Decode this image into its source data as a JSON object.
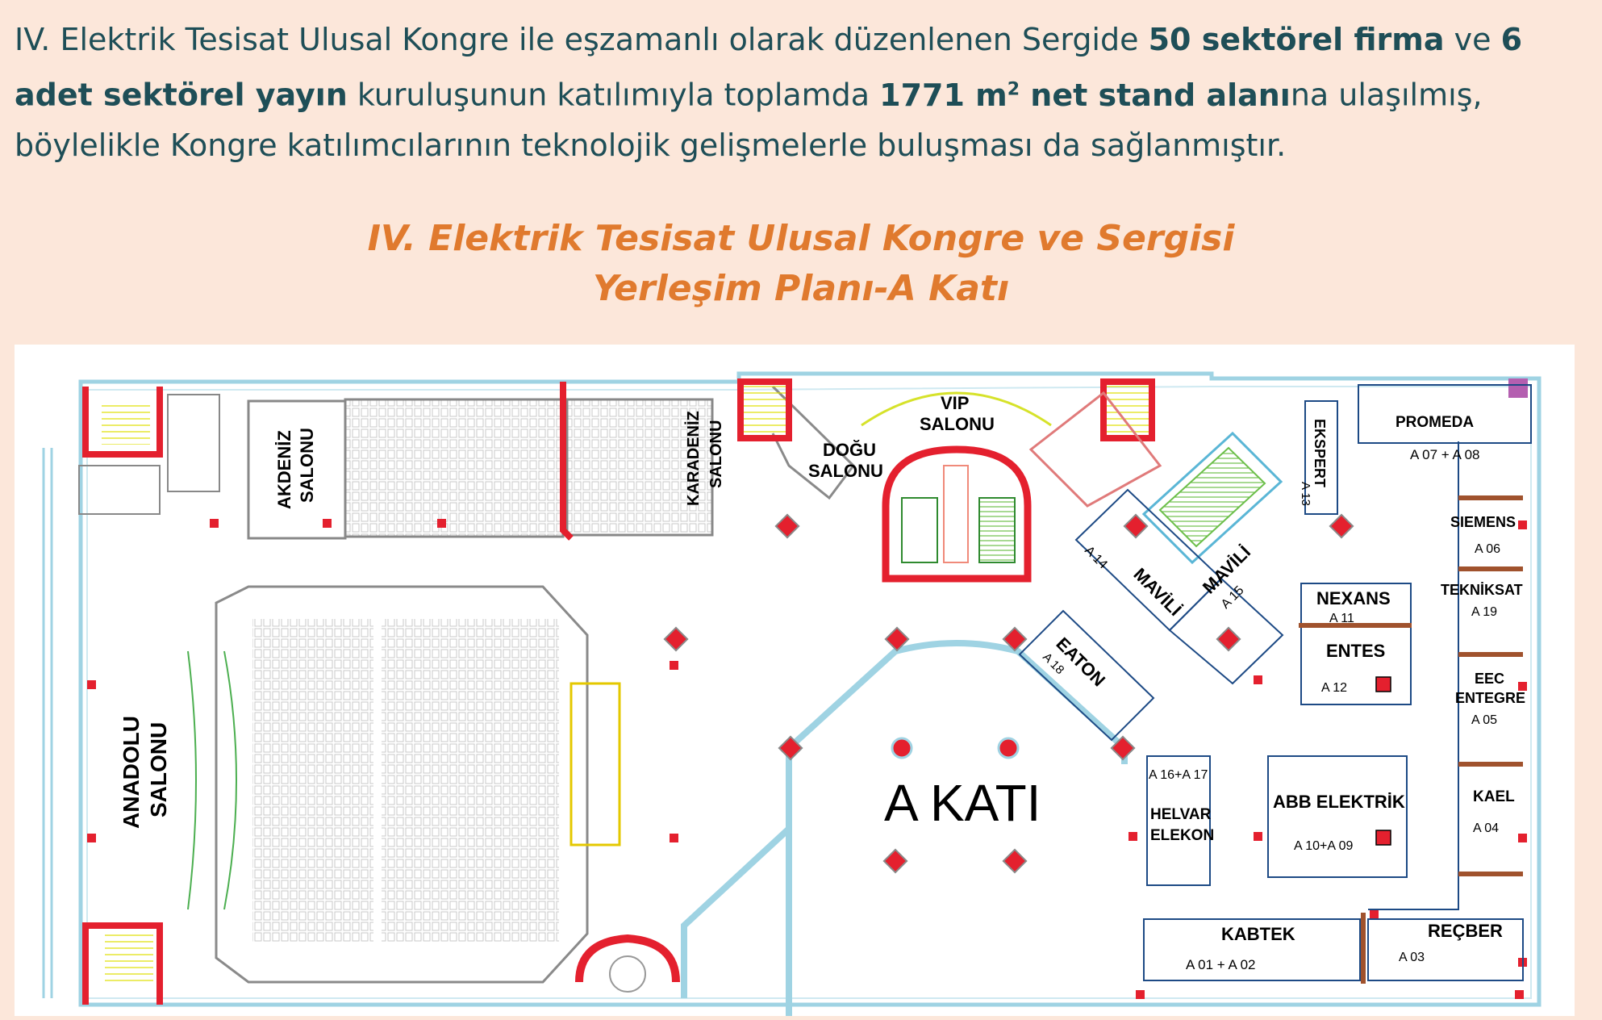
{
  "intro": {
    "t1": "IV. Elektrik Tesisat Ulusal Kongre ile eşzamanlı olarak düzenlenen Sergide ",
    "b1": "50 sektörel firma",
    "t2": " ve ",
    "b2": "6 adet sektörel yayın",
    "t3": " kuruluşunun katılımıyla  toplamda ",
    "b3a": "1771 m",
    "b3sup": "2",
    "b3b": " net stand alanı",
    "t4": "na ulaşılmış, böylelikle Kongre katılımcılarının teknolojik gelişmelerle buluşması da sağlanmıştır."
  },
  "plan": {
    "title_line1": "IV. Elektrik Tesisat Ulusal Kongre ve Sergisi",
    "title_line2": "Yerleşim Planı-A Katı",
    "floor_label": "A KATI",
    "halls": {
      "akdeniz_1": "AKDENİZ",
      "akdeniz_2": "SALONU",
      "karadeniz_1": "KARADENİZ",
      "karadeniz_2": "SALONU",
      "dogu_1": "DOĞU",
      "dogu_2": "SALONU",
      "vip_1": "VIP",
      "vip_2": "SALONU",
      "anadolu_1": "ANADOLU",
      "anadolu_2": "SALONU"
    },
    "stands": {
      "promeda": "PROMEDA",
      "promeda_no": "A 07 + A 08",
      "eksper_1": "EKSPERT",
      "eksper_no": "A 13",
      "siemens": "SIEMENS",
      "siemens_no": "A 06",
      "tekniksat": "TEKNİKSAT",
      "tekniksat_no": "A 19",
      "nexans": "NEXANS",
      "nexans_no": "A 11",
      "entes": "ENTES",
      "entes_no": "A 12",
      "eec_1": "EEC",
      "eec_2": "ENTEGRE",
      "eec_no": "A 05",
      "mavili_left": "MAVİLİ",
      "mavili_left_no": "A 14",
      "mavili_right": "MAVİLİ",
      "mavili_right_no": "A 15",
      "eaton": "EATON",
      "eaton_no": "A 18",
      "helvar_no": "A 16+A 17",
      "helvar_1": "HELVAR",
      "helvar_2": "ELEKON",
      "abb": "ABB ELEKTRİK",
      "abb_no": "A 10+A 09",
      "kael": "KAEL",
      "kael_no": "A 04",
      "kabtek": "KABTEK",
      "kabtek_no": "A 01 + A 02",
      "recber": "REÇBER",
      "recber_no": "A 03"
    }
  },
  "colors": {
    "text_dark": "#1e4e57",
    "title_orange": "#e07a2e",
    "background": "#fce7da",
    "wall_red": "#e4202e",
    "glass_blue": "#9fd3e3",
    "stand_blue": "#1d4a85",
    "divider_brown": "#a0522d",
    "accent_purple": "#b45fb0"
  }
}
